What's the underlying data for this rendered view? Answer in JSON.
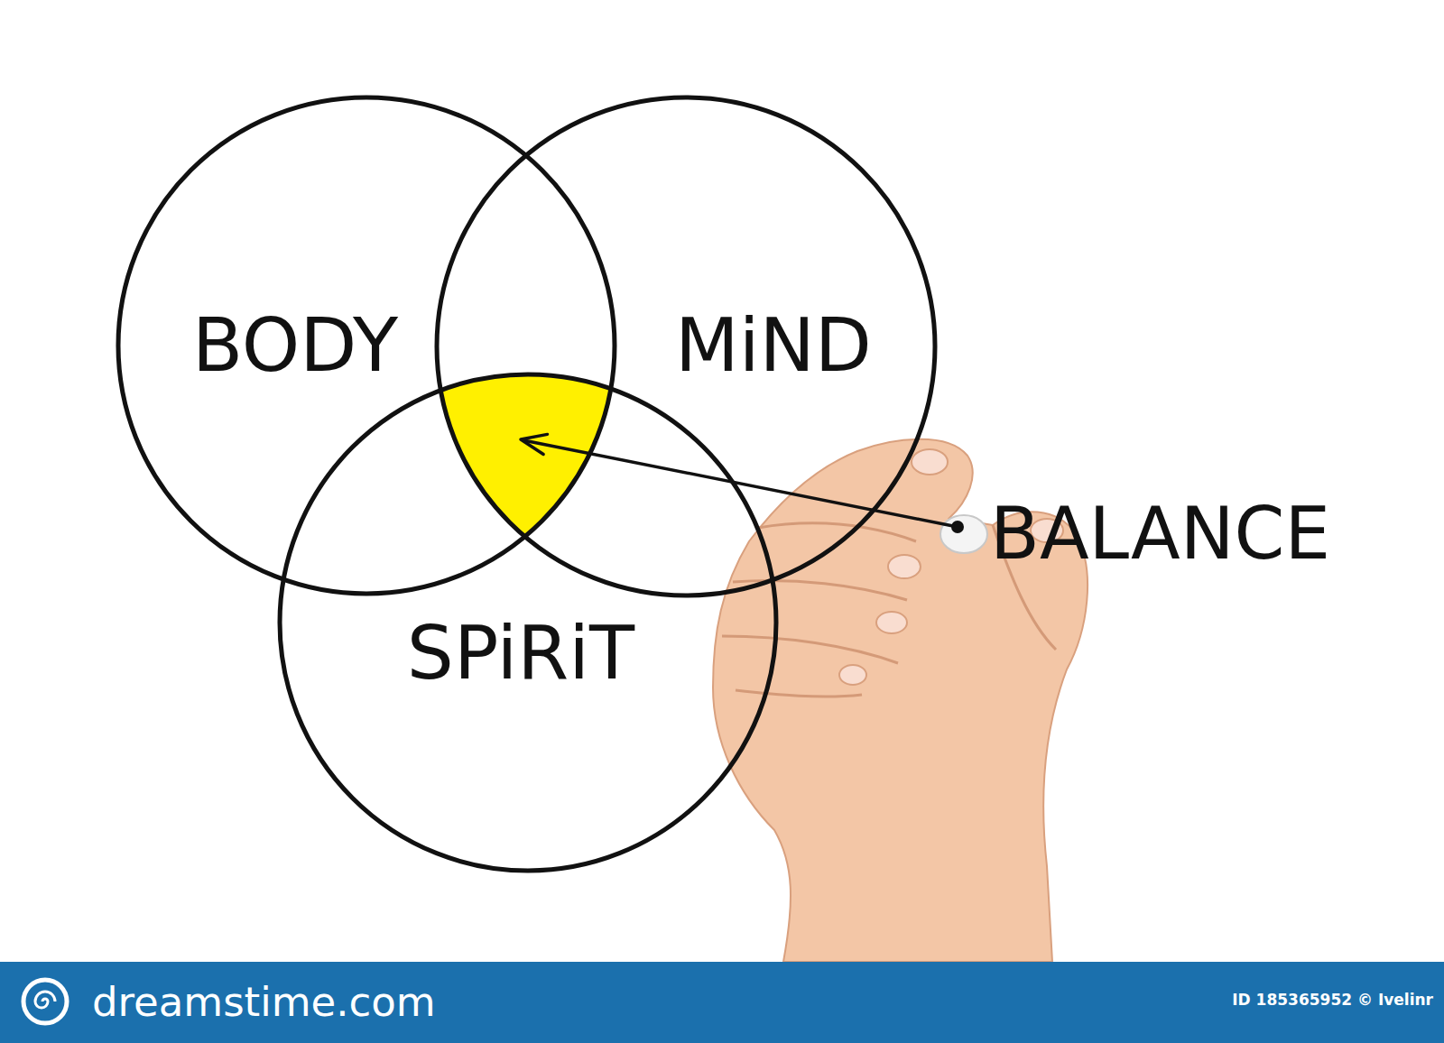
{
  "diagram": {
    "nodes": [
      {
        "text": [
          "BODY"
        ]
      },
      {
        "text": [
          "MiND"
        ]
      },
      {
        "text": [
          "SPiRiT"
        ]
      }
    ],
    "labels": [
      "BALANCE",
      "dreamstime.com",
      "ID 185365952 © Ivelinr"
    ]
  }
}
